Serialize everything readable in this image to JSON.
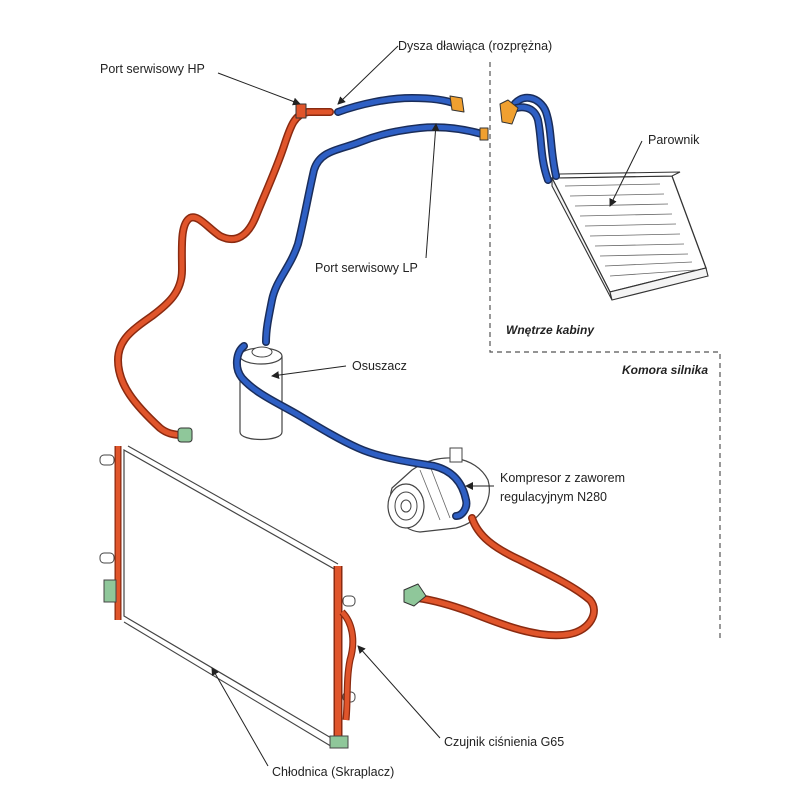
{
  "labels": {
    "hp_port": "Port serwisowy HP",
    "expansion_valve": "Dysza dławiąca (rozprężna)",
    "evaporator": "Parownik",
    "lp_port": "Port serwisowy LP",
    "cabin_interior": "Wnętrze kabiny",
    "engine_bay": "Komora silnika",
    "dryer": "Osuszacz",
    "compressor_line1": "Kompresor z zaworem",
    "compressor_line2": "regulacyjnym N280",
    "pressure_sensor": "Czujnik ciśnienia G65",
    "condenser": "Chłodnica (Skraplacz)"
  },
  "colors": {
    "high_pressure": "#e0552b",
    "low_pressure": "#2e5fc4",
    "connector_green": "#8fc79a",
    "connector_orange": "#f0a030",
    "outline": "#333333"
  }
}
